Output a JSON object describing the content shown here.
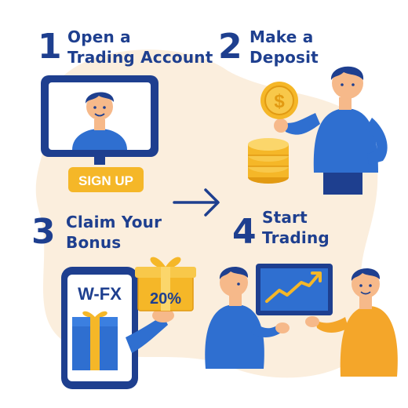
{
  "steps": [
    {
      "number": "1",
      "line1": "Open a",
      "line2": "Trading Account"
    },
    {
      "number": "2",
      "line1": "Make a",
      "line2": "Deposit"
    },
    {
      "number": "3",
      "line1": "Claim Your",
      "line2": "Bonus"
    },
    {
      "number": "4",
      "line1": "Start",
      "line2": "Trading"
    }
  ],
  "signup_button": "SIGN UP",
  "phone_brand": "W-FX",
  "gift_percent": "20%",
  "coin_symbol": "$",
  "colors": {
    "navy": "#1e3f8f",
    "blue": "#2f6fd0",
    "gold": "#f5b728",
    "blob": "#fbeedd",
    "skin": "#f6b98a",
    "orange_shirt": "#f4a62a"
  }
}
